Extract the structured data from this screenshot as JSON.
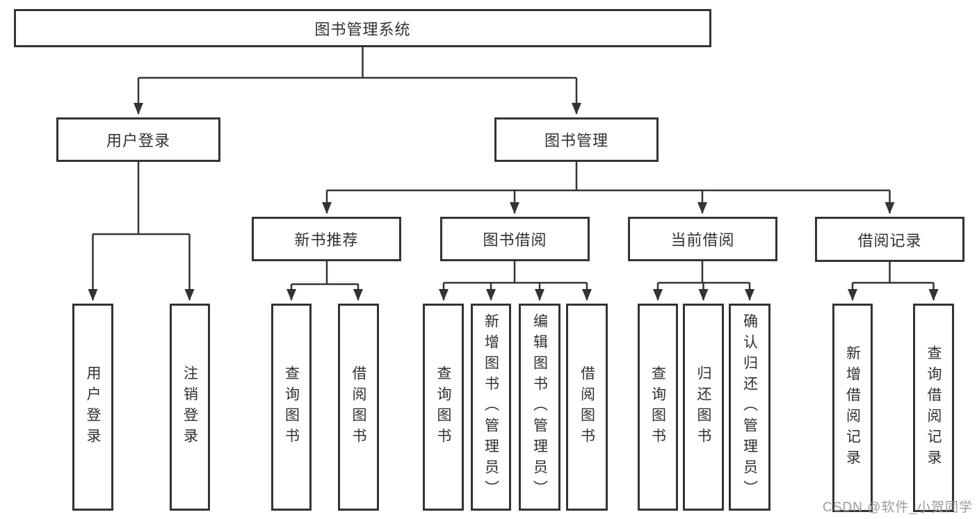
{
  "diagram": {
    "root": {
      "label": "图书管理系统"
    },
    "branches": [
      {
        "label": "用户登录",
        "children": [
          {
            "label": "用户登录"
          },
          {
            "label": "注销登录"
          }
        ]
      },
      {
        "label": "图书管理",
        "groups": [
          {
            "label": "新书推荐",
            "children": [
              {
                "label": "查询图书"
              },
              {
                "label": "借阅图书"
              }
            ]
          },
          {
            "label": "图书借阅",
            "children": [
              {
                "label": "查询图书"
              },
              {
                "label": "新增图书（管理员）"
              },
              {
                "label": "编辑图书（管理员）"
              },
              {
                "label": "借阅图书"
              }
            ]
          },
          {
            "label": "当前借阅",
            "children": [
              {
                "label": "查询图书"
              },
              {
                "label": "归还图书"
              },
              {
                "label": "确认归还（管理员）"
              }
            ]
          },
          {
            "label": "借阅记录",
            "children": [
              {
                "label": "新增借阅记录"
              },
              {
                "label": "查询借阅记录"
              }
            ]
          }
        ]
      }
    ]
  },
  "watermark": {
    "text": "CSDN @软件_小贺同学"
  },
  "colors": {
    "line": "#333333",
    "text": "#303030",
    "watermark": "#9b9b9b",
    "background": "#ffffff"
  }
}
